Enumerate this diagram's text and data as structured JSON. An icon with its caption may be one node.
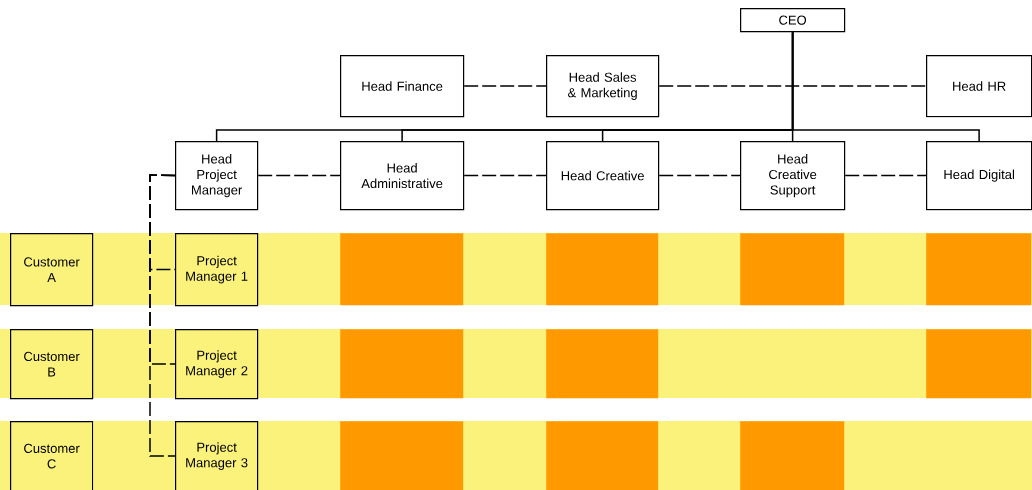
{
  "diagram": {
    "nodes": [
      {
        "text": [
          "CEO"
        ]
      },
      {
        "text": [
          "Head Finance"
        ]
      },
      {
        "text": [
          "Head Sales & Marketing"
        ]
      },
      {
        "text": [
          "Head HR"
        ]
      },
      {
        "text": [
          "Head Project Manager"
        ]
      },
      {
        "text": [
          "Head Administrative"
        ]
      },
      {
        "text": [
          "Head Creative"
        ]
      },
      {
        "text": [
          "Head Creative Support"
        ]
      },
      {
        "text": [
          "Head Digital"
        ]
      },
      {
        "text": [
          "Customer A"
        ]
      },
      {
        "text": [
          "Project Manager 1"
        ]
      },
      {
        "text": [],
        "shape": "box"
      },
      {
        "text": [],
        "shape": "box"
      },
      {
        "text": [],
        "shape": "box"
      },
      {
        "text": [],
        "shape": "box"
      },
      {
        "text": [
          "Customer B"
        ]
      },
      {
        "text": [
          "Project Manager 2"
        ]
      },
      {
        "text": [],
        "shape": "box"
      },
      {
        "text": [],
        "shape": "box"
      },
      {
        "text": [],
        "shape": "box"
      },
      {
        "text": [
          "Customer C"
        ]
      },
      {
        "text": [
          "Project Manager 3"
        ]
      },
      {
        "text": [],
        "shape": "box"
      },
      {
        "text": [],
        "shape": "box"
      },
      {
        "text": [],
        "shape": "box"
      }
    ],
    "edges": [
      {
        "from": 0,
        "to": 4,
        "arrow": "none"
      },
      {
        "from": 0,
        "to": 5,
        "arrow": "none"
      },
      {
        "from": 0,
        "to": 6,
        "arrow": "none"
      },
      {
        "from": 0,
        "to": 7,
        "arrow": "none"
      },
      {
        "from": 0,
        "to": 8,
        "arrow": "none"
      },
      {
        "from": 1,
        "to": 2,
        "arrow": "none",
        "style": "dashed"
      },
      {
        "from": 2,
        "to": 3,
        "arrow": "none",
        "style": "dashed"
      },
      {
        "from": 4,
        "to": 5,
        "arrow": "none",
        "style": "dashed"
      },
      {
        "from": 5,
        "to": 6,
        "arrow": "none",
        "style": "dashed"
      },
      {
        "from": 6,
        "to": 7,
        "arrow": "none",
        "style": "dashed"
      },
      {
        "from": 7,
        "to": 8,
        "arrow": "none",
        "style": "dashed"
      },
      {
        "from": 4,
        "to": 10,
        "arrow": "none",
        "style": "dashed"
      },
      {
        "from": 4,
        "to": 16,
        "arrow": "none",
        "style": "dashed"
      },
      {
        "from": 4,
        "to": 21,
        "arrow": "none",
        "style": "dashed"
      }
    ]
  }
}
